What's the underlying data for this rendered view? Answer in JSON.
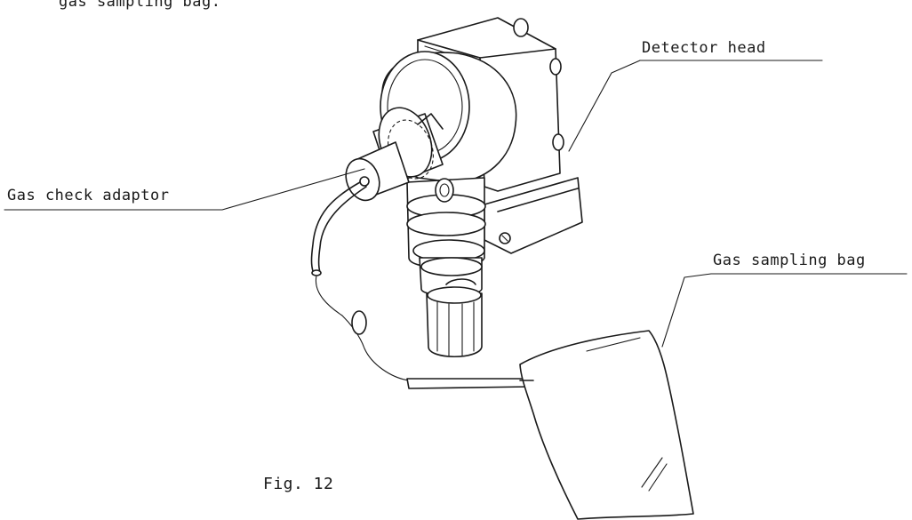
{
  "top_text": "gas sampling bag.",
  "labels": {
    "detector_head": "Detector head",
    "gas_check_adaptor": "Gas check adaptor",
    "gas_sampling_bag": "Gas sampling bag"
  },
  "caption": "Fig. 12"
}
